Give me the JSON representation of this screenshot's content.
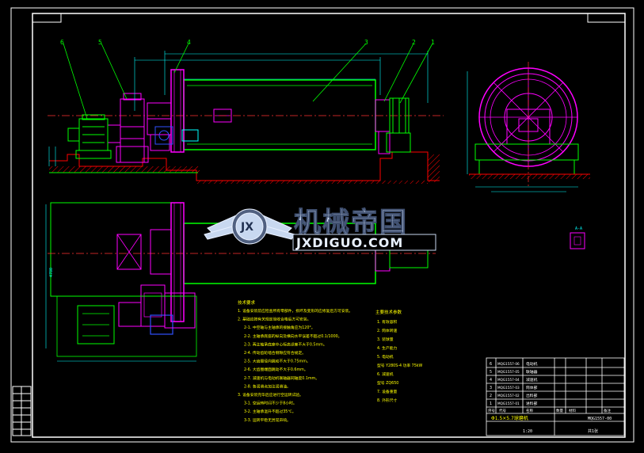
{
  "colors": {
    "background": "#000000",
    "frame": "#ffffff",
    "outline": "#00ff00",
    "machine": "#ff00ff",
    "centerline": "#ff3030",
    "dimension": "#00ffff",
    "hatch": "#ff0000",
    "notes": "#ffff00",
    "blue": "#3050ff",
    "watermark": "#c8d8f0"
  },
  "callouts": {
    "c6": "6",
    "c5": "5",
    "c4": "4",
    "c3a": "3",
    "c2": "2",
    "c1": "1"
  },
  "watermark": {
    "cn": "机械帝国",
    "en": "JXDIGUO.COM",
    "logo": "JX"
  },
  "notes": {
    "heading": "技术要求",
    "lines": [
      "1. 设备安装前应检查所有零部件，损坏及变形的应修复后方可安装。",
      "2. 基础应按有关规定验收合格后方可安装。",
      "2-1. 中空轴与主轴承的接触角应为120°。",
      "2-2. 主轴承底座的纵向及横向水平误差不超过0.1/1000。",
      "2-3. 两主轴承底座中心标高误差不大于0.5mm。",
      "2-4. 传动齿轮啮合侧隙应符合规定。",
      "2-5. 大齿圈径向跳动不大于0.75mm。",
      "2-6. 大齿圈端面跳动不大于0.6mm。",
      "2-7. 减速机与电动机联轴器同轴度0.1mm。",
      "2-8. 各润滑点加注润滑油。",
      "3. 设备安装完毕后应进行空运转试验。",
      "3-1. 空运转时间不少于8小时。",
      "3-2. 主轴承温升不超过35℃。",
      "3-3. 运转平稳无异常声响。"
    ]
  },
  "specs": {
    "heading": "主要技术参数",
    "lines": [
      "1. 有效容积",
      "2. 筒体转速",
      "3. 装球量",
      "4. 生产能力",
      "5. 电动机",
      "型号 Y280S-4   功率 75kW",
      "6. 减速机",
      "型号 ZQ650",
      "7. 设备重量",
      "8. 外形尺寸"
    ]
  },
  "title_block": {
    "drawing_title": "Φ1.5×5.7球磨机",
    "drawing_no": "MQG1557-00",
    "rows": [
      {
        "no": "6",
        "code": "MQG1557-06",
        "name": "电动机"
      },
      {
        "no": "5",
        "code": "MQG1557-05",
        "name": "联轴器"
      },
      {
        "no": "4",
        "code": "MQG1557-04",
        "name": "减速机"
      },
      {
        "no": "3",
        "code": "MQG1557-03",
        "name": "筒体部"
      },
      {
        "no": "2",
        "code": "MQG1557-02",
        "name": "出料部"
      },
      {
        "no": "1",
        "code": "MQG1557-01",
        "name": "进料部"
      }
    ],
    "header": {
      "no": "序号",
      "code": "代号",
      "name": "名称",
      "qty": "数量",
      "mat": "材料",
      "note": "备注"
    },
    "scale": "1:20",
    "sheet": "共1张"
  },
  "section_label": "A-A"
}
